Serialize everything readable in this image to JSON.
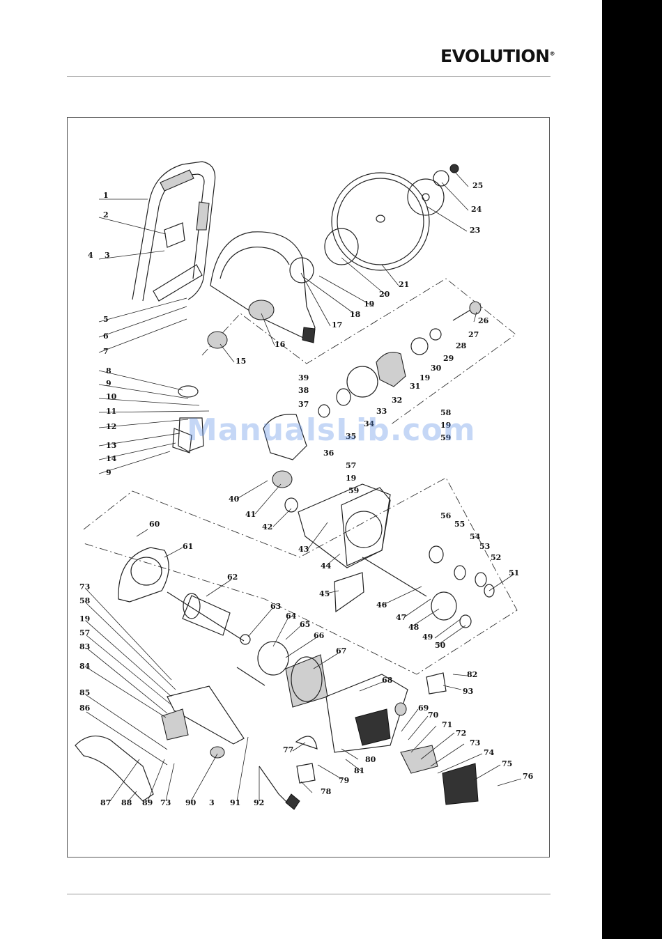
{
  "header": {
    "brand": "EVOLUTION"
  },
  "watermark": "ManualsLib.com",
  "diagram": {
    "labels": [
      "1",
      "2",
      "3",
      "4",
      "5",
      "6",
      "7",
      "8",
      "9",
      "10",
      "11",
      "12",
      "13",
      "14",
      "15",
      "16",
      "17",
      "18",
      "19",
      "20",
      "21",
      "23",
      "24",
      "25",
      "26",
      "27",
      "28",
      "29",
      "30",
      "31",
      "32",
      "33",
      "34",
      "35",
      "36",
      "37",
      "38",
      "39",
      "40",
      "41",
      "42",
      "43",
      "44",
      "45",
      "46",
      "47",
      "48",
      "49",
      "50",
      "51",
      "52",
      "53",
      "54",
      "55",
      "56",
      "57",
      "58",
      "59",
      "60",
      "61",
      "62",
      "63",
      "64",
      "65",
      "66",
      "67",
      "68",
      "69",
      "70",
      "71",
      "72",
      "73",
      "74",
      "75",
      "76",
      "77",
      "78",
      "79",
      "80",
      "81",
      "82",
      "83",
      "84",
      "85",
      "86",
      "87",
      "88",
      "89",
      "90",
      "91",
      "92",
      "93"
    ]
  }
}
